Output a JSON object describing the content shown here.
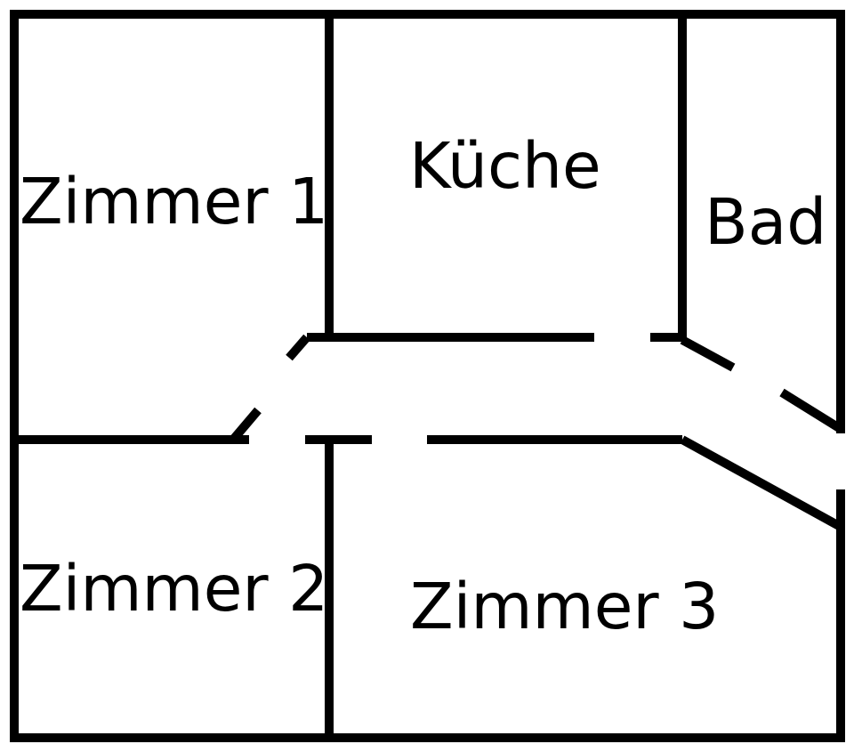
{
  "floorplan": {
    "rooms": {
      "zimmer1": "Zimmer 1",
      "kueche": "Küche",
      "bad": "Bad",
      "zimmer2": "Zimmer 2",
      "zimmer3": "Zimmer 3"
    },
    "colors": {
      "wall": "#000000",
      "background": "#ffffff"
    }
  }
}
